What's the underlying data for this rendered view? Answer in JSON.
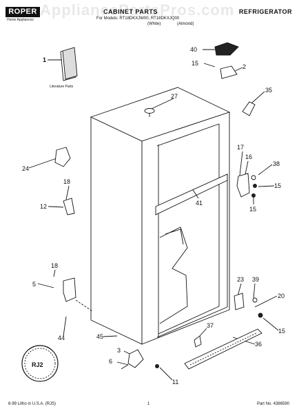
{
  "header": {
    "brand": "ROPER",
    "brand_sub": "Home Appliances",
    "watermark": "AppliancePartsPros.com",
    "title": "CABINET PARTS",
    "category": "REFRIGERATOR",
    "models": "For Models: RT18DKXJW00, RT18DKXJQ00",
    "colors": [
      "(White)",
      "(Almond)"
    ]
  },
  "callouts": [
    "1",
    "40",
    "15",
    "2",
    "35",
    "27",
    "24",
    "17",
    "16",
    "38",
    "18",
    "15",
    "12",
    "41",
    "15",
    "18",
    "5",
    "23",
    "39",
    "20",
    "15",
    "37",
    "44",
    "45",
    "36",
    "3",
    "6",
    "11"
  ],
  "literature_label": "Literature Parts",
  "footer": {
    "left": "6-99 Litho in U.S.A. (RJS)",
    "page": "1",
    "part_no": "Part No. 4386590"
  },
  "badge": "RJ2"
}
